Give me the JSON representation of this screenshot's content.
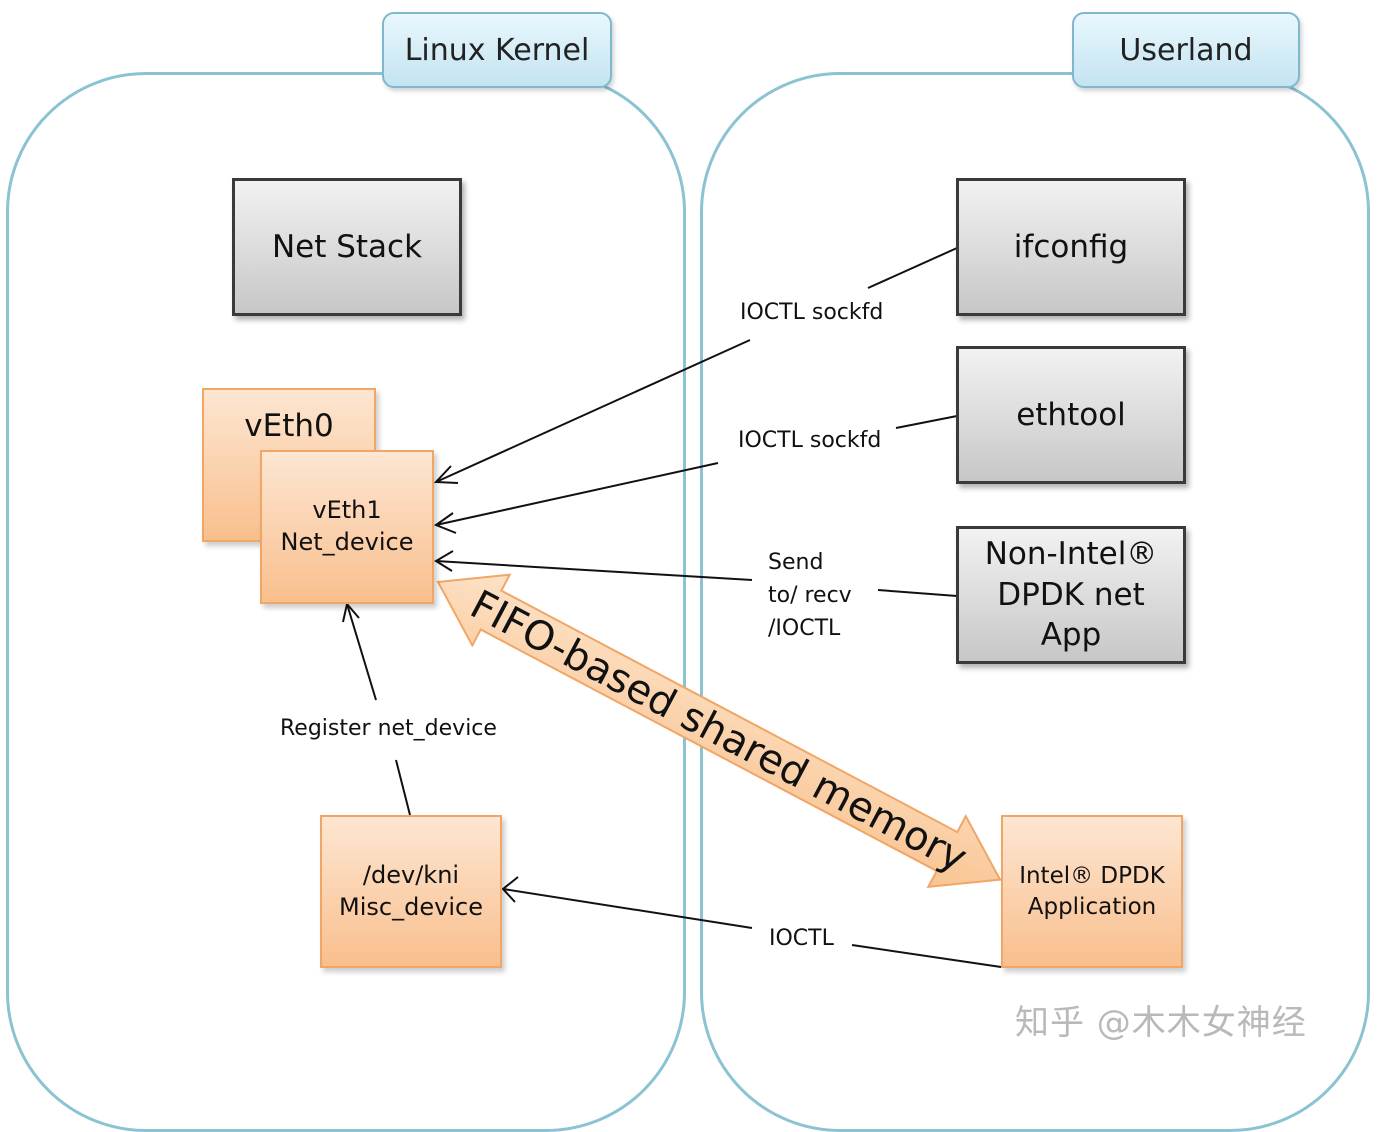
{
  "regions": {
    "kernel_label": "Linux Kernel",
    "user_label": "Userland"
  },
  "boxes": {
    "net_stack": "Net Stack",
    "ifconfig": "ifconfig",
    "ethtool": "ethtool",
    "non_intel_app": "Non-Intel®\nDPDK net\nApp",
    "veth0": "vEth0",
    "veth1": "vEth1\nNet_device",
    "kni": "/dev/kni\nMisc_device",
    "intel_app": "Intel® DPDK\nApplication"
  },
  "connections": {
    "ifconfig_label": "IOCTL sockfd",
    "ethtool_label": "IOCTL sockfd",
    "app_label": "Send\nto/ recv\n/IOCTL",
    "register_label": "Register net_device",
    "kni_label": "IOCTL",
    "shared_memory_label": "FIFO-based shared memory"
  },
  "colors": {
    "region_border": "#8cc3d3",
    "orange_fill": "#f9bf8d",
    "gray_fill": "#c7c7c7",
    "arrow_fill": "#fbd2a8"
  },
  "watermark": "知乎 @木木女神经"
}
